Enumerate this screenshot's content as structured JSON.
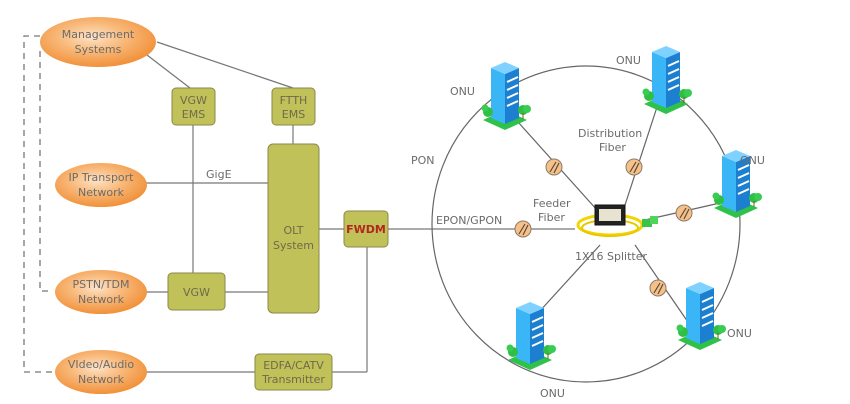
{
  "title": "FTTH PON Network Architecture",
  "colors": {
    "oval_fill": "#f39a4a",
    "oval_highlight": "#fbd0a4",
    "box_fill": "#c1c15a",
    "box_stroke": "#8a8a4a",
    "fwdm_text": "#b3261e",
    "line": "#777777",
    "building": "#2a9be8",
    "tree": "#33c24a",
    "connector": "#f6c089"
  },
  "networks": {
    "management": [
      "Management",
      "Systems"
    ],
    "ip_transport": [
      "IP Transport",
      "Network"
    ],
    "pstn": [
      "PSTN/TDM",
      "Network"
    ],
    "video": [
      "VIdeo/Audio",
      "Network"
    ]
  },
  "boxes": {
    "vgw_ems": [
      "VGW",
      "EMS"
    ],
    "ftth_ems": [
      "FTTH",
      "EMS"
    ],
    "olt": [
      "OLT",
      "System"
    ],
    "vgw": "VGW",
    "fwdm": "FWDM",
    "edfa": [
      "EDFA/CATV",
      "Transmitter"
    ]
  },
  "labels": {
    "gige": "GigE",
    "pon": "PON",
    "epon_gpon": "EPON/GPON",
    "feeder_fiber": [
      "Feeder",
      "Fiber"
    ],
    "distribution_fiber": [
      "Distribution",
      "Fiber"
    ],
    "splitter": "1X16 Splitter"
  },
  "onus": [
    {
      "id": "onu-top-left",
      "label": "ONU"
    },
    {
      "id": "onu-top-right",
      "label": "ONU"
    },
    {
      "id": "onu-right",
      "label": "ONU"
    },
    {
      "id": "onu-bottom-right",
      "label": "ONU"
    },
    {
      "id": "onu-bottom-left",
      "label": "ONU"
    }
  ]
}
